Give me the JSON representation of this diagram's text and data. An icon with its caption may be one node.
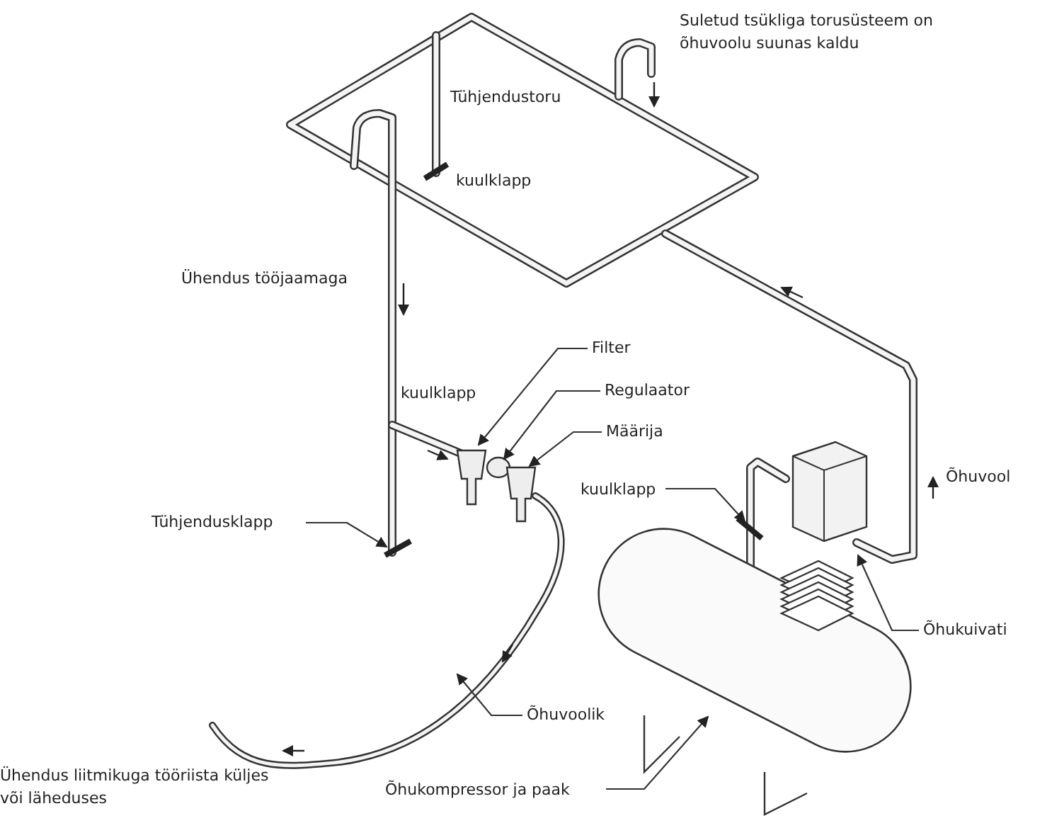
{
  "diagram": {
    "nodes": [
      {
        "text": [
          "Filter"
        ]
      },
      {
        "text": [
          "Regulaator"
        ]
      },
      {
        "text": [
          "Määrija"
        ]
      },
      {
        "text": [
          "kuulklapp"
        ]
      },
      {
        "text": [
          "Tühjendusklapp"
        ]
      },
      {
        "text": [
          "Õhukuivati"
        ]
      },
      {
        "text": [
          "Õhuvoolik"
        ]
      },
      {
        "text": [
          "Õhukompressor ja paak"
        ]
      }
    ],
    "edges": [
      {
        "from": 0,
        "to": null,
        "arrow": "to"
      },
      {
        "from": 1,
        "to": null,
        "arrow": "to"
      },
      {
        "from": 2,
        "to": null,
        "arrow": "to"
      },
      {
        "from": 3,
        "to": null,
        "arrow": "to"
      },
      {
        "from": 4,
        "to": null,
        "arrow": "to"
      },
      {
        "from": 5,
        "to": null,
        "arrow": "to"
      },
      {
        "from": 6,
        "to": null,
        "arrow": "to"
      },
      {
        "from": 7,
        "to": null,
        "arrow": "to"
      }
    ],
    "labels": [
      "Suletud tsükliga torusüsteem on õhuvoolu suunas kaldu",
      "Tühjendustoru",
      "kuulklapp",
      "Ühendus tööjaamaga",
      "kuulklapp",
      "Õhuvool",
      "Ühendus liitmikuga tööriista küljes või läheduses"
    ]
  }
}
